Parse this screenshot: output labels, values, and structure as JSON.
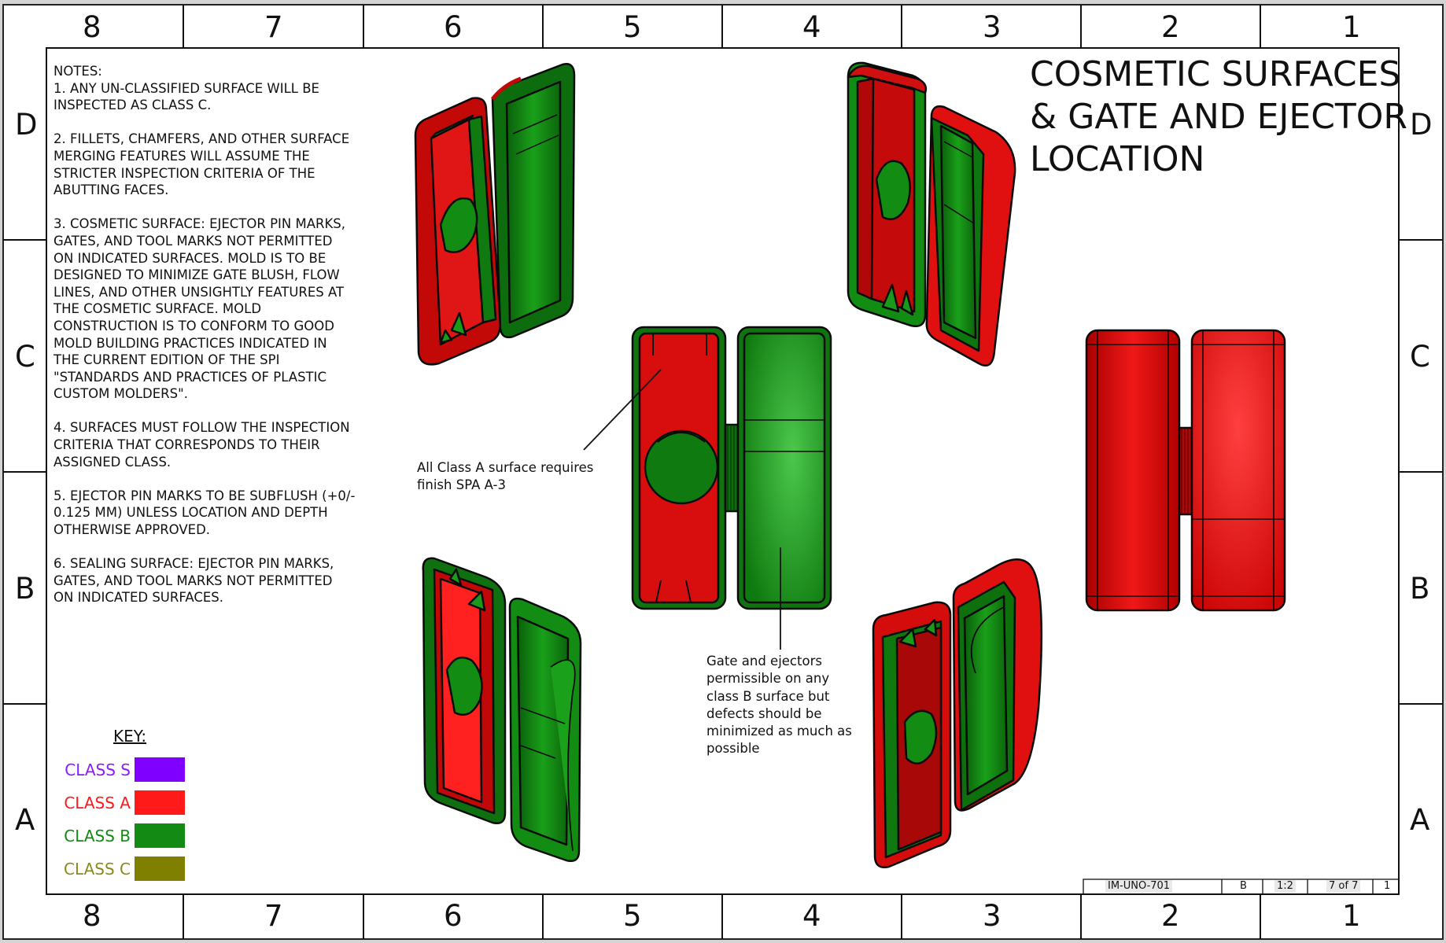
{
  "border": {
    "columns_top": [
      "8",
      "7",
      "6",
      "5",
      "4",
      "3",
      "2",
      "1"
    ],
    "columns_bottom": [
      "8",
      "7",
      "6",
      "5",
      "4",
      "3",
      "2",
      "1"
    ],
    "rows_left": [
      "D",
      "C",
      "B",
      "A"
    ],
    "rows_right": [
      "D",
      "C",
      "B",
      "A"
    ]
  },
  "notes": {
    "heading": "NOTES:",
    "items": [
      "1. ANY UN-CLASSIFIED SURFACE WILL BE\nINSPECTED AS CLASS C.",
      "2. FILLETS, CHAMFERS, AND OTHER SURFACE\nMERGING FEATURES WILL ASSUME THE\nSTRICTER INSPECTION CRITERIA OF THE\nABUTTING FACES.",
      "3. COSMETIC SURFACE: EJECTOR PIN MARKS,\nGATES, AND TOOL MARKS NOT PERMITTED\nON INDICATED SURFACES. MOLD IS TO BE\nDESIGNED TO MINIMIZE GATE BLUSH, FLOW\nLINES, AND OTHER UNSIGHTLY FEATURES AT\nTHE COSMETIC SURFACE. MOLD\nCONSTRUCTION IS TO CONFORM TO GOOD\nMOLD BUILDING PRACTICES INDICATED IN\nTHE CURRENT EDITION OF THE SPI\n\"STANDARDS AND PRACTICES OF PLASTIC\nCUSTOM MOLDERS\".",
      "4. SURFACES MUST FOLLOW THE INSPECTION\nCRITERIA THAT CORRESPONDS TO THEIR\nASSIGNED CLASS.",
      "5. EJECTOR PIN MARKS TO BE SUBFLUSH (+0/-\n0.125 MM) UNLESS LOCATION AND DEPTH\nOTHERWISE APPROVED.",
      "6. SEALING SURFACE: EJECTOR PIN MARKS,\nGATES, AND TOOL MARKS NOT PERMITTED\nON INDICATED SURFACES."
    ]
  },
  "title": "COSMETIC SURFACES\n& GATE AND EJECTOR\nLOCATION",
  "callouts": {
    "class_a": "All Class A surface requires\nfinish SPA A-3",
    "class_b": "Gate and ejectors\npermissible on any\nclass B surface but\ndefects should be\nminimized as much as\npossible"
  },
  "key": {
    "heading": "KEY:",
    "entries": [
      {
        "label": "CLASS S",
        "color": "#7f00ff"
      },
      {
        "label": "CLASS A",
        "color": "#ff1a1a"
      },
      {
        "label": "CLASS B",
        "color": "#138a13"
      },
      {
        "label": "CLASS C",
        "color": "#7f7f00"
      }
    ]
  },
  "surface_colors": {
    "class_a_red": "#e01010",
    "class_b_green": "#128c12"
  },
  "title_block": {
    "drawing_number": "IM-UNO-701",
    "size": "B",
    "scale": "1:2",
    "sheet": "7 of 7",
    "revision": "1"
  }
}
